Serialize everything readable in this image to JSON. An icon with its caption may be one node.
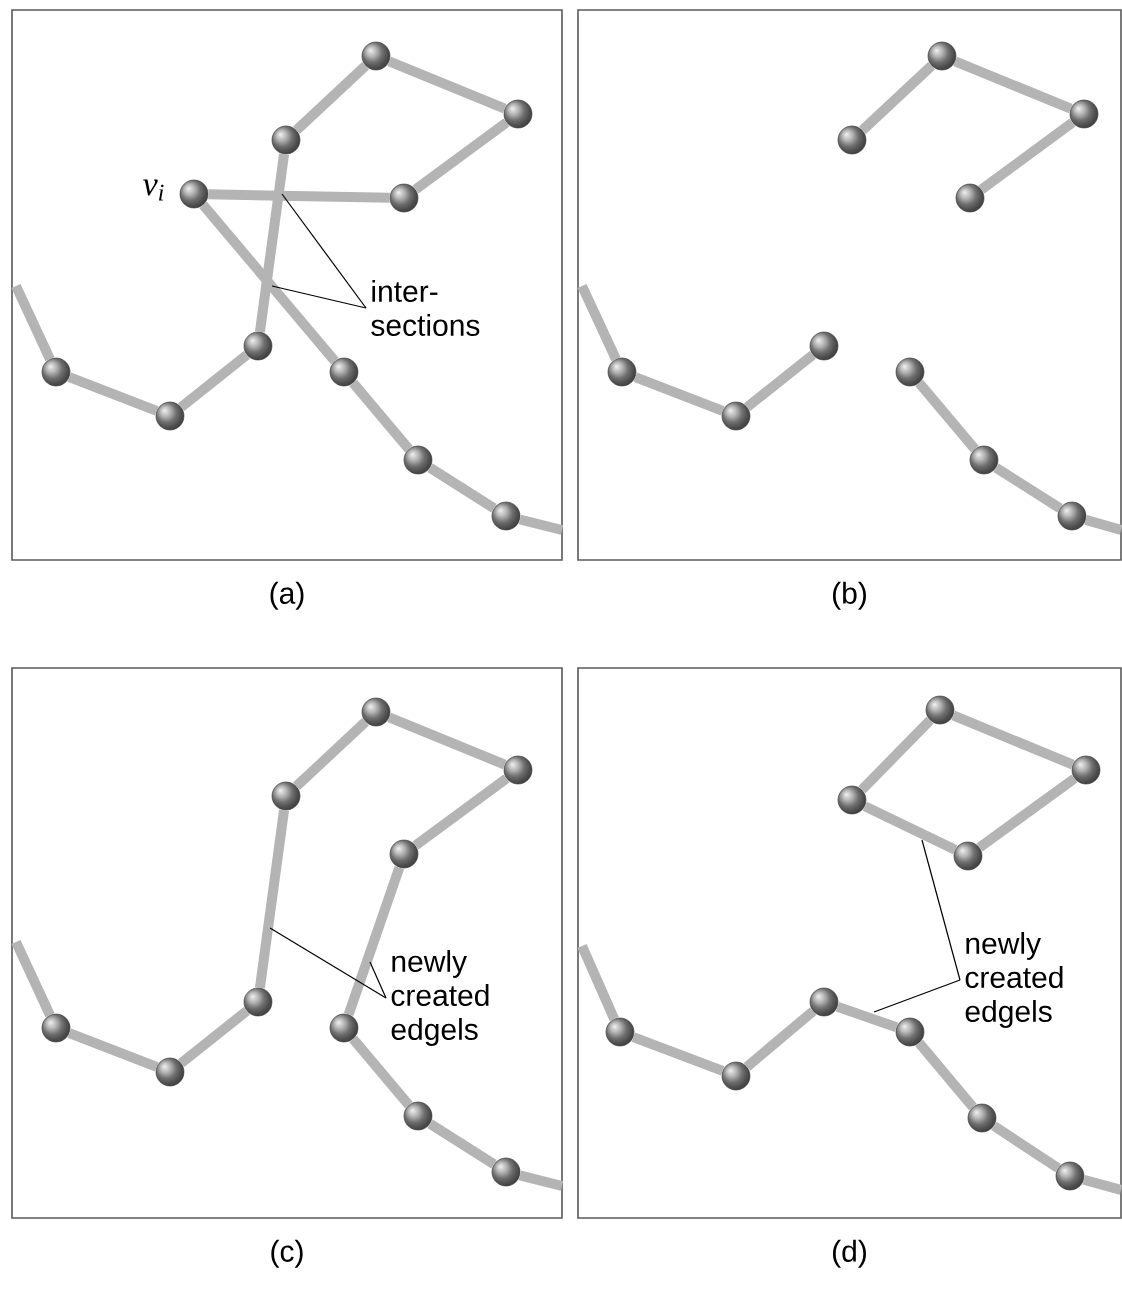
{
  "diagram": {
    "nodes": [
      {
        "text": [
          "(a)"
        ]
      },
      {
        "text": [],
        "shape": "circle",
        "in": 0
      },
      {
        "text": [],
        "shape": "circle",
        "in": 0
      },
      {
        "text": [],
        "shape": "circle",
        "in": 0
      },
      {
        "text": [],
        "shape": "circle",
        "in": 0,
        "beside": [
          "v$_{i}$"
        ]
      },
      {
        "text": [],
        "shape": "circle",
        "in": 0
      },
      {
        "text": [],
        "shape": "circle",
        "in": 0
      },
      {
        "text": [],
        "shape": "circle",
        "in": 0
      },
      {
        "text": [],
        "shape": "circle",
        "in": 0
      },
      {
        "text": [],
        "shape": "circle",
        "in": 0
      },
      {
        "text": [],
        "shape": "circle",
        "in": 0
      },
      {
        "text": [],
        "shape": "circle",
        "in": 0
      },
      {
        "text": [
          "inter- sections"
        ],
        "in": 0
      },
      {
        "text": [
          "(b)"
        ]
      },
      {
        "text": [],
        "shape": "circle",
        "in": 13
      },
      {
        "text": [],
        "shape": "circle",
        "in": 13
      },
      {
        "text": [],
        "shape": "circle",
        "in": 13
      },
      {
        "text": [],
        "shape": "circle",
        "in": 13
      },
      {
        "text": [],
        "shape": "circle",
        "in": 13
      },
      {
        "text": [],
        "shape": "circle",
        "in": 13
      },
      {
        "text": [],
        "shape": "circle",
        "in": 13
      },
      {
        "text": [],
        "shape": "circle",
        "in": 13
      },
      {
        "text": [],
        "shape": "circle",
        "in": 13
      },
      {
        "text": [],
        "shape": "circle",
        "in": 13
      },
      {
        "text": [
          "(c)"
        ]
      },
      {
        "text": [],
        "shape": "circle",
        "in": 24
      },
      {
        "text": [],
        "shape": "circle",
        "in": 24
      },
      {
        "text": [],
        "shape": "circle",
        "in": 24
      },
      {
        "text": [],
        "shape": "circle",
        "in": 24
      },
      {
        "text": [],
        "shape": "circle",
        "in": 24
      },
      {
        "text": [],
        "shape": "circle",
        "in": 24
      },
      {
        "text": [],
        "shape": "circle",
        "in": 24
      },
      {
        "text": [],
        "shape": "circle",
        "in": 24
      },
      {
        "text": [],
        "shape": "circle",
        "in": 24
      },
      {
        "text": [],
        "shape": "circle",
        "in": 24
      },
      {
        "text": [
          "newly created edgels"
        ],
        "in": 24
      },
      {
        "text": [
          "(d)"
        ]
      },
      {
        "text": [],
        "shape": "circle",
        "in": 36
      },
      {
        "text": [],
        "shape": "circle",
        "in": 36
      },
      {
        "text": [],
        "shape": "circle",
        "in": 36
      },
      {
        "text": [],
        "shape": "circle",
        "in": 36
      },
      {
        "text": [],
        "shape": "circle",
        "in": 36
      },
      {
        "text": [],
        "shape": "circle",
        "in": 36
      },
      {
        "text": [],
        "shape": "circle",
        "in": 36
      },
      {
        "text": [],
        "shape": "circle",
        "in": 36
      },
      {
        "text": [],
        "shape": "circle",
        "in": 36
      },
      {
        "text": [],
        "shape": "circle",
        "in": 36
      },
      {
        "text": [
          "newly created edgels"
        ],
        "in": 36
      }
    ],
    "edges": [
      {
        "from": 3,
        "to": 1,
        "arrow": "none"
      },
      {
        "from": 1,
        "to": 2,
        "arrow": "none"
      },
      {
        "from": 2,
        "to": 5,
        "arrow": "none"
      },
      {
        "from": 4,
        "to": 5,
        "arrow": "none"
      },
      {
        "from": 3,
        "to": 6,
        "arrow": "none"
      },
      {
        "from": 4,
        "to": 9,
        "arrow": "none"
      },
      {
        "from": 9,
        "to": 10,
        "arrow": "none"
      },
      {
        "from": 10,
        "to": 11,
        "arrow": "none"
      },
      {
        "from": 11,
        "to": null,
        "arrow": "none"
      },
      {
        "from": 6,
        "to": 8,
        "arrow": "none"
      },
      {
        "from": 8,
        "to": 7,
        "arrow": "none"
      },
      {
        "from": 7,
        "to": null,
        "arrow": "none"
      },
      {
        "from": 12,
        "to": null,
        "arrow": "none",
        "color": "#000000"
      },
      {
        "from": 12,
        "to": null,
        "arrow": "none",
        "color": "#000000"
      },
      {
        "from": 16,
        "to": 14,
        "arrow": "none"
      },
      {
        "from": 14,
        "to": 15,
        "arrow": "none"
      },
      {
        "from": 15,
        "to": 17,
        "arrow": "none"
      },
      {
        "from": 18,
        "to": 20,
        "arrow": "none"
      },
      {
        "from": 20,
        "to": 19,
        "arrow": "none"
      },
      {
        "from": 19,
        "to": null,
        "arrow": "none"
      },
      {
        "from": 21,
        "to": 22,
        "arrow": "none"
      },
      {
        "from": 22,
        "to": 23,
        "arrow": "none"
      },
      {
        "from": 23,
        "to": null,
        "arrow": "none"
      },
      {
        "from": 27,
        "to": 25,
        "arrow": "none"
      },
      {
        "from": 25,
        "to": 26,
        "arrow": "none"
      },
      {
        "from": 26,
        "to": 28,
        "arrow": "none"
      },
      {
        "from": 27,
        "to": 29,
        "arrow": "none"
      },
      {
        "from": 28,
        "to": 32,
        "arrow": "none"
      },
      {
        "from": 32,
        "to": 33,
        "arrow": "none"
      },
      {
        "from": 33,
        "to": 34,
        "arrow": "none"
      },
      {
        "from": 34,
        "to": null,
        "arrow": "none"
      },
      {
        "from": 29,
        "to": 31,
        "arrow": "none"
      },
      {
        "from": 31,
        "to": 30,
        "arrow": "none"
      },
      {
        "from": 30,
        "to": null,
        "arrow": "none"
      },
      {
        "from": 35,
        "to": null,
        "arrow": "none",
        "color": "#000000"
      },
      {
        "from": 35,
        "to": null,
        "arrow": "none",
        "color": "#000000"
      },
      {
        "from": 39,
        "to": 37,
        "arrow": "none"
      },
      {
        "from": 37,
        "to": 38,
        "arrow": "none"
      },
      {
        "from": 38,
        "to": 40,
        "arrow": "none"
      },
      {
        "from": 40,
        "to": 39,
        "arrow": "none"
      },
      {
        "from": 41,
        "to": 44,
        "arrow": "none"
      },
      {
        "from": 41,
        "to": 43,
        "arrow": "none"
      },
      {
        "from": 43,
        "to": 42,
        "arrow": "none"
      },
      {
        "from": 42,
        "to": null,
        "arrow": "none"
      },
      {
        "from": 44,
        "to": 45,
        "arrow": "none"
      },
      {
        "from": 45,
        "to": 46,
        "arrow": "none"
      },
      {
        "from": 46,
        "to": null,
        "arrow": "none"
      },
      {
        "from": 47,
        "to": null,
        "arrow": "none",
        "color": "#000000"
      },
      {
        "from": 47,
        "to": null,
        "arrow": "none",
        "color": "#000000"
      }
    ]
  }
}
